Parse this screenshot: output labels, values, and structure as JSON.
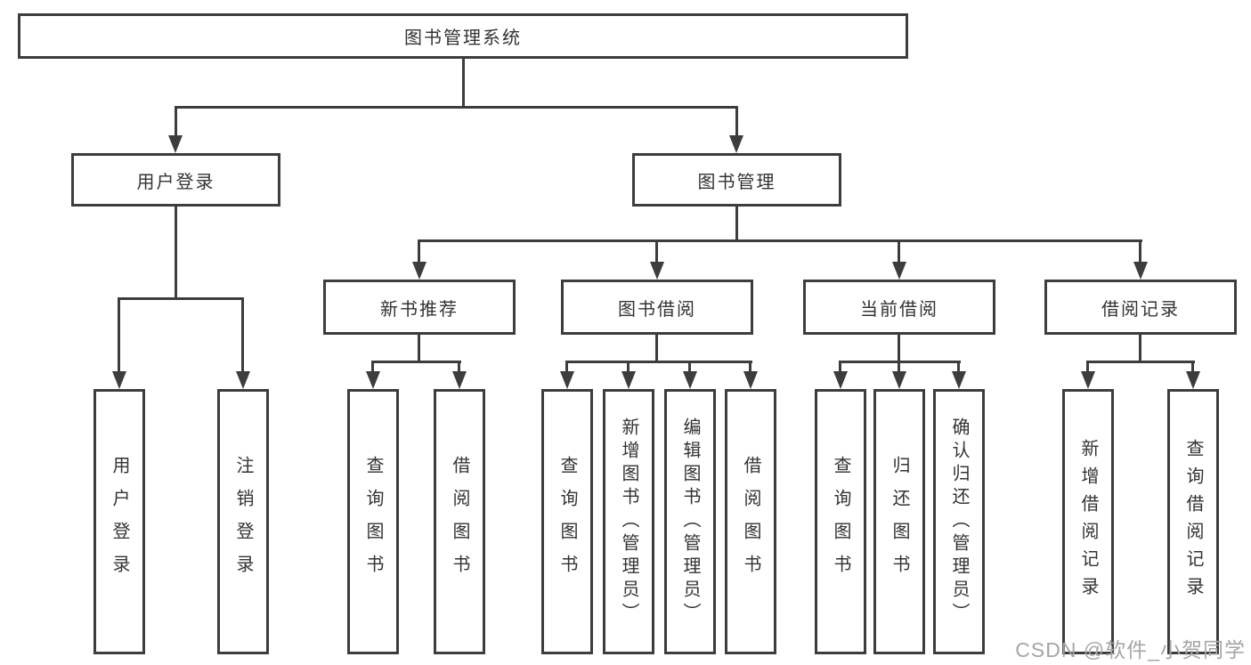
{
  "colors": {
    "line": "#3d3d3d",
    "text": "#333333",
    "watermark": "#a6a6a6",
    "background": "#ffffff"
  },
  "diagram": {
    "title": "图书管理系统",
    "branches": [
      {
        "label": "用户登录",
        "children": [
          "用户登录",
          "注销登录"
        ]
      },
      {
        "label": "图书管理",
        "children": [
          {
            "label": "新书推荐",
            "children": [
              "查询图书",
              "借阅图书"
            ]
          },
          {
            "label": "图书借阅",
            "children": [
              "查询图书",
              "新增图书（管理员）",
              "编辑图书（管理员）",
              "借阅图书"
            ]
          },
          {
            "label": "当前借阅",
            "children": [
              "查询图书",
              "归还图书",
              "确认归还（管理员）"
            ]
          },
          {
            "label": "借阅记录",
            "children": [
              "新增借阅记录",
              "查询借阅记录"
            ]
          }
        ]
      }
    ]
  },
  "watermark": {
    "text": "CSDN @软件_小贺同学"
  }
}
